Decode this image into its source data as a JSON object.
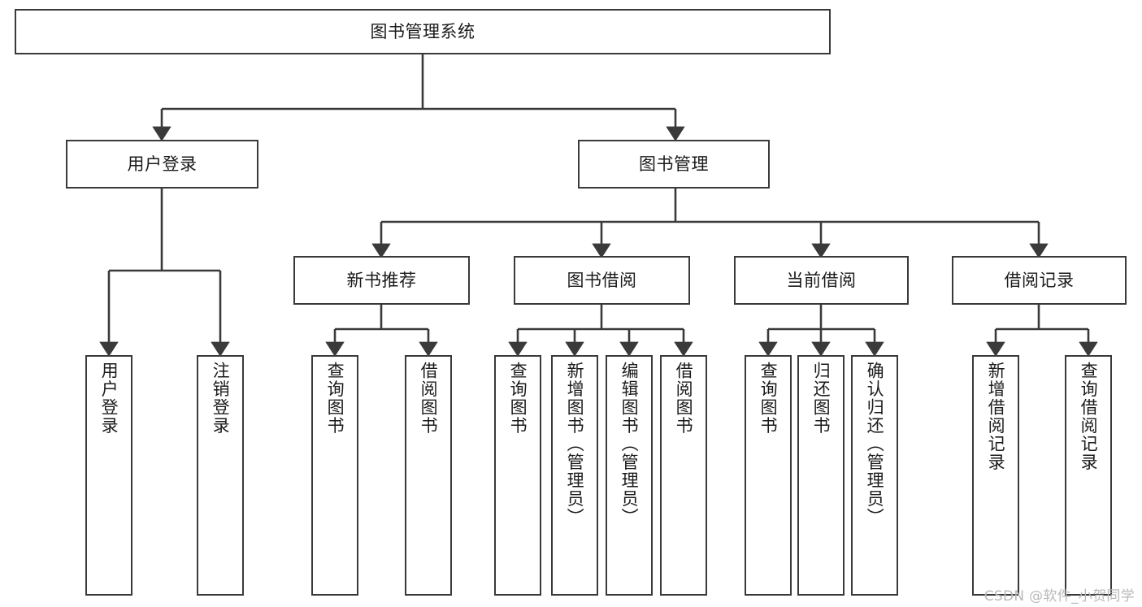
{
  "diagram": {
    "type": "tree-hierarchy-chart",
    "title": "图书管理系统",
    "orientation": "top-down",
    "colors": {
      "box_stroke": "#3a3a3a",
      "box_fill": "#ffffff",
      "connector": "#3a3a3a",
      "text": "#1b1b1b",
      "watermark": "#b9b9b9",
      "background": "#ffffff"
    },
    "root": {
      "label": "图书管理系统"
    },
    "level2": [
      {
        "label": "用户登录"
      },
      {
        "label": "图书管理"
      }
    ],
    "level3": [
      {
        "label": "新书推荐"
      },
      {
        "label": "图书借阅"
      },
      {
        "label": "当前借阅"
      },
      {
        "label": "借阅记录"
      }
    ],
    "leaves": {
      "user_login": [
        {
          "label": "用户登录"
        },
        {
          "label": "注销登录"
        }
      ],
      "new_book_recommend": [
        {
          "label": "查询图书"
        },
        {
          "label": "借阅图书"
        }
      ],
      "book_borrow": [
        {
          "label": "查询图书"
        },
        {
          "label": "新增图书（管理员）"
        },
        {
          "label": "编辑图书（管理员）"
        },
        {
          "label": "借阅图书"
        }
      ],
      "current_borrow": [
        {
          "label": "查询图书"
        },
        {
          "label": "归还图书"
        },
        {
          "label": "确认归还（管理员）"
        }
      ],
      "borrow_record": [
        {
          "label": "新增借阅记录"
        },
        {
          "label": "查询借阅记录"
        }
      ]
    }
  },
  "watermark": {
    "text": "CSDN @软件_小贺同学"
  }
}
